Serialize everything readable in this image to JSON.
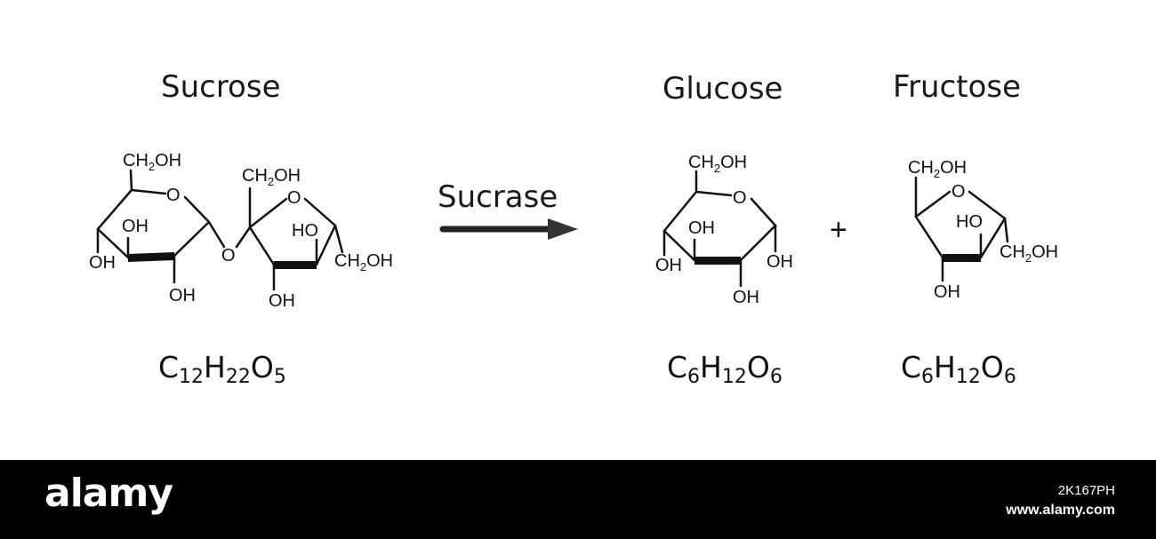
{
  "molecules": {
    "sucrose": {
      "name": "Sucrose",
      "formula": [
        "C",
        "12",
        "H",
        "22",
        "O",
        "5"
      ],
      "labels": {
        "ch2oh_a": "CH",
        "ch2oh_b": "OH",
        "oh": "OH",
        "o": "O",
        "ho": "HO"
      }
    },
    "glucose": {
      "name": "Glucose",
      "formula": [
        "C",
        "6",
        "H",
        "12",
        "O",
        "6"
      ]
    },
    "fructose": {
      "name": "Fructose",
      "formula": [
        "C",
        "6",
        "H",
        "12",
        "O",
        "6"
      ]
    }
  },
  "enzyme": "Sucrase",
  "plus_sign": "+",
  "atoms": {
    "ch": "CH",
    "two": "2",
    "oh": "OH",
    "o": "O",
    "ho": "HO"
  },
  "watermark": {
    "logo": "alamy",
    "image_id": "2K167PH",
    "url": "www.alamy.com"
  }
}
